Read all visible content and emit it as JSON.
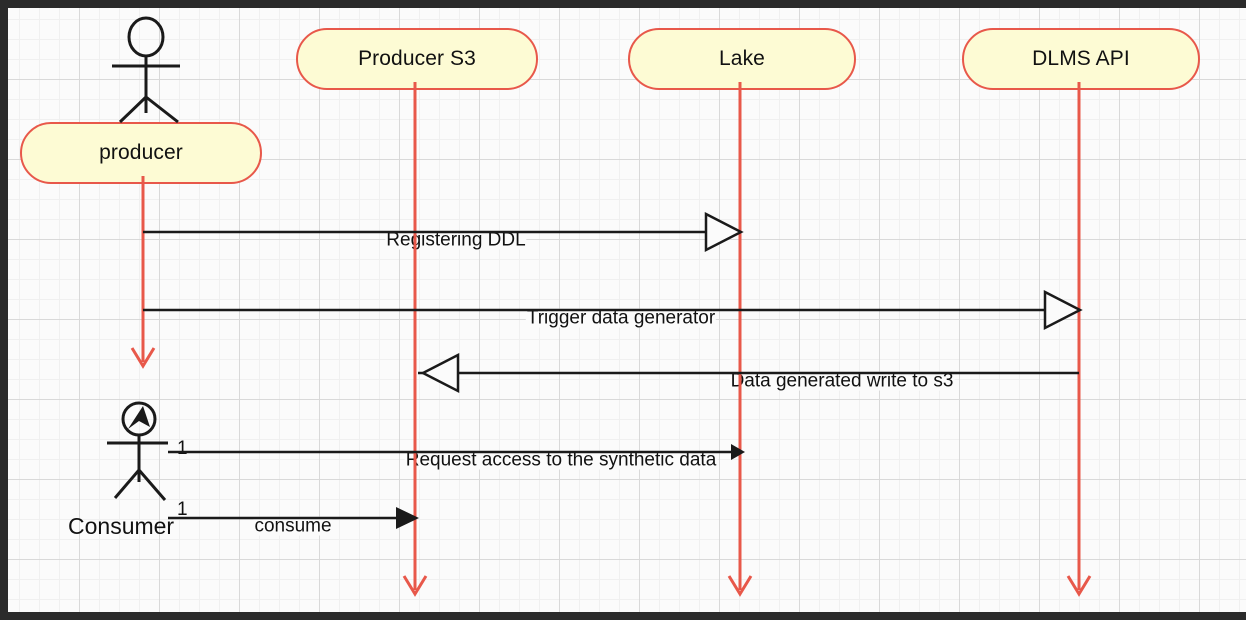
{
  "diagram": {
    "kind": "sequence-diagram",
    "background_color": "#fbfbfb",
    "frame_color": "#2b2b2b",
    "grid_minor_color": "#f0f0f0",
    "grid_major_color": "#d9d9d9",
    "lifeline_color": "#e8584a",
    "node_fill": "#fdfbd4",
    "node_stroke": "#e8584a",
    "message_color": "#1a1a1a"
  },
  "actors": [
    {
      "id": "producer-actor",
      "icon": "stick-figure-icon",
      "label": ""
    },
    {
      "id": "consumer-actor",
      "icon": "stick-figure-compass-icon",
      "label": "Consumer",
      "multiplicities": [
        "1",
        "1"
      ]
    }
  ],
  "nodes": [
    {
      "id": "producer",
      "label": "producer"
    },
    {
      "id": "producer-s3",
      "label": "Producer S3"
    },
    {
      "id": "lake",
      "label": "Lake"
    },
    {
      "id": "dlms-api",
      "label": "DLMS API"
    }
  ],
  "messages": [
    {
      "id": "registering-ddl",
      "label": "Registering DDL",
      "from": "producer",
      "to": "lake",
      "direction": "right",
      "arrowhead": "open-triangle"
    },
    {
      "id": "trigger-data-generator",
      "label": "Trigger data generator",
      "from": "producer",
      "to": "dlms-api",
      "direction": "right",
      "arrowhead": "open-triangle"
    },
    {
      "id": "data-generated-write-to-s3",
      "label": "Data generated write to s3",
      "from": "dlms-api",
      "to": "producer-s3",
      "direction": "left",
      "arrowhead": "open-triangle"
    },
    {
      "id": "request-access-to-the-synthetic-data",
      "label": "Request access to the synthetic data",
      "from": "consumer",
      "to": "lake",
      "direction": "right",
      "arrowhead": "solid-triangle"
    },
    {
      "id": "consume",
      "label": "consume",
      "from": "consumer",
      "to": "producer-s3",
      "direction": "right",
      "arrowhead": "solid-triangle"
    }
  ]
}
